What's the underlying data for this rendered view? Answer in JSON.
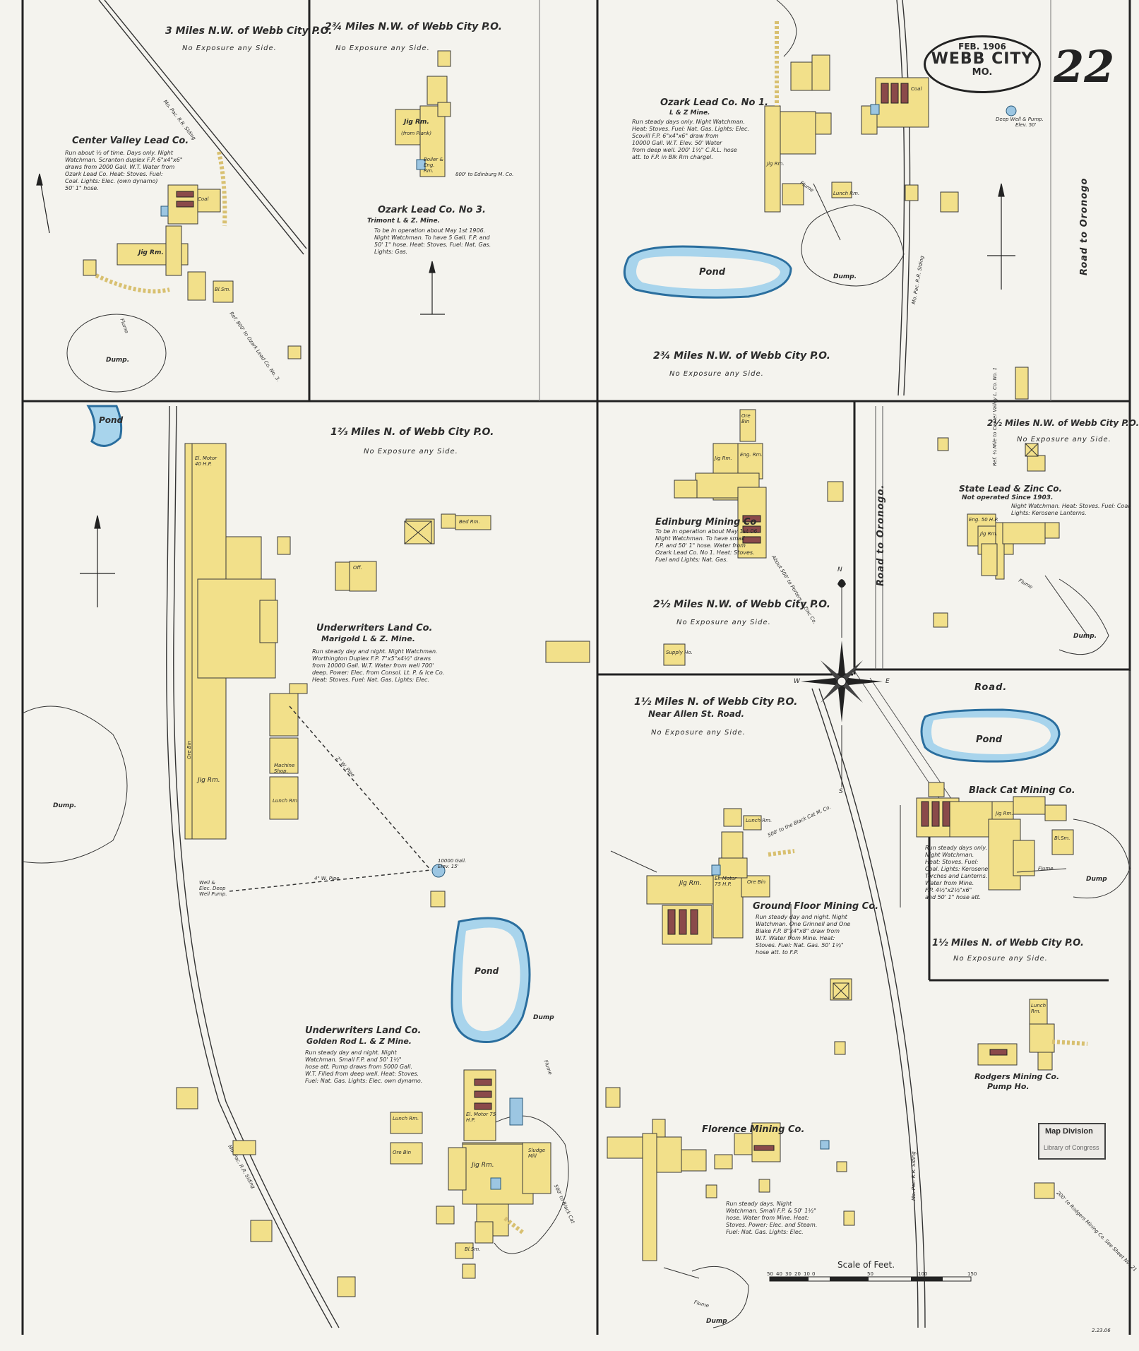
{
  "sheet": {
    "number": "22",
    "date": "FEB. 1906",
    "city": "WEBB CITY",
    "state": "MO.",
    "corner_code": "2.23.06"
  },
  "stamp": {
    "line1": "Map Division",
    "line2": "Library of Congress"
  },
  "scale": {
    "label": "Scale of Feet.",
    "ticks": [
      "50",
      "40",
      "30",
      "20",
      "10",
      "0",
      "50",
      "100",
      "150"
    ]
  },
  "compass": {
    "n": "N",
    "s": "S",
    "e": "E",
    "w": "W"
  },
  "panels": {
    "p1": {
      "heading": "3 Miles N.W. of Webb City P.O.",
      "exposure": "No Exposure any Side.",
      "company": "Center Valley Lead Co.",
      "notes": "Run about ½ of time. Days only. Night\nWatchman. Scranton duplex F.P. 6\"x4\"x6\"\ndraws from 2000 Gall. W.T. Water from\nOzark Lead Co. Heat: Stoves. Fuel:\nCoal. Lights: Elec. (own dynamo)\n50' 1\" hose.",
      "labels": {
        "jig": "Jig Rm.",
        "dump": "Dump.",
        "flume": "Flume",
        "coal": "Coal",
        "bl_sm": "Bl.Sm.",
        "rr": "Mo. Pac. R.R. Siding",
        "ref": "Ref. 800' to Ozark Lead Co. No. 3."
      }
    },
    "p2": {
      "heading": "2¾ Miles N.W. of Webb City P.O.",
      "exposure": "No Exposure any Side.",
      "company": "Ozark Lead Co. No 3.",
      "mine": "Trimont L & Z. Mine.",
      "notes": "To be in operation about May 1st 1906.\nNight Watchman. To have 5 Gall. F.P. and\n50' 1\" hose. Heat: Stoves. Fuel: Nat. Gas.\nLights: Gas.",
      "labels": {
        "jig": "Jig Rm.",
        "plank": "(from Plank)",
        "boiler": "Boiler & Eng. Rm.",
        "ref": "800' to Edinburg M. Co."
      }
    },
    "p3": {
      "heading": "2¾ Miles N.W. of Webb City P.O.",
      "exposure": "No Exposure any Side.",
      "company": "Ozark Lead Co. No 1.",
      "mine": "L & Z Mine.",
      "notes": "Run steady days only. Night Watchman.\nHeat: Stoves. Fuel: Nat. Gas. Lights: Elec.\nScovill F.P. 6\"x4\"x6\" draw from\n10000 Gall. W.T. Elev. 50' Water\nfrom deep well. 200' 1½\" C.R.L. hose\natt. to F.P. in Blk Rm chargel.",
      "labels": {
        "pond": "Pond",
        "dump": "Dump.",
        "jig": "Jig Rm.",
        "coal": "Coal",
        "flume": "Flume",
        "road": "Road to Oronogo",
        "rr": "Mo. Pac. R.R. Siding",
        "lunch": "Lunch Rm.",
        "well": "Deep Well & Pump.",
        "elev": "Elev. 50'"
      }
    },
    "p4": {
      "heading": "1⅔ Miles N. of Webb City P.O.",
      "exposure": "No Exposure any Side.",
      "company": "Underwriters Land Co.",
      "mine": "Marigold L & Z. Mine.",
      "notes": "Run steady day and night. Night Watchman.\nWorthington Duplex F.P. 7\"x5\"x4½\" draws\nfrom 10000 Gall. W.T. Water from well 700'\ndeep. Power: Elec. from Consol. Lt. P. & Ice Co.\nHeat: Stoves. Fuel: Nat. Gas. Lights: Elec.",
      "labels": {
        "pond": "Pond",
        "dump": "Dump.",
        "jig": "Jig Rm.",
        "ore": "Ore Bin",
        "machine": "Machine Shop.",
        "lunch": "Lunch Rm.",
        "pipe1": "4\" W. Pipe",
        "pipe2": "2\" W. Pipe",
        "tank": "10000 Gall. Elev. 15'",
        "motor": "El. Motor 40 H.P.",
        "off": "Off.",
        "bed": "Bed Rm.",
        "well": "Well & Elec. Deep Well Pump."
      }
    },
    "p5": {
      "heading": "2½ Miles N.W. of Webb City P.O.",
      "exposure": "No Exposure any Side.",
      "company": "Edinburg Mining Co",
      "notes": "To be in operation about May 1st 06.\nNight Watchman. To have small\nF.P. and 50' 1\" hose. Water from\nOzark Lead Co. No 1. Heat: Stoves.\nFuel and Lights: Nat. Gas.",
      "labels": {
        "jig": "Jig Rm.",
        "eng": "Eng. Rm.",
        "ore": "Ore Bin",
        "supply": "Supply Ho.",
        "ref": "About 500' to Porters & Zinc Co."
      }
    },
    "p6": {
      "heading": "2½ Miles N.W. of Webb City P.O.",
      "exposure": "No Exposure any Side.",
      "company": "State Lead & Zinc Co.",
      "status": "Not operated Since 1903.",
      "notes": "Night Watchman. Heat: Stoves. Fuel: Coal.\nLights: Kerosene Lanterns.",
      "labels": {
        "road": "Road to Oronogo.",
        "jig": "Jig Rm.",
        "dump": "Dump.",
        "flume": "Flume",
        "eng": "Eng. 50 H.P.",
        "ref": "Ref. ¼ Mile to Center Valley L. Co. No. 1"
      }
    },
    "p7": {
      "heading": "1½ Miles N. of Webb City P.O.",
      "heading2": "Near Allen St. Road.",
      "exposure": "No Exposure any Side.",
      "company1": "Ground Floor Mining Co.",
      "notes1": "Run steady day and night. Night\nWatchman. One Grinnell and One\nBlake F.P. 8\"x4\"x8\" draw from\nW.T. Water from Mine. Heat:\nStoves. Fuel: Nat. Gas. 50' 1½\"\nhose att. to F.P.",
      "company2": "Florence Mining Co.",
      "notes2": "Run steady days. Night\nWatchman. Small F.P. & 50' 1½\"\nhose. Water from Mine. Heat:\nStoves. Power: Elec. and Steam.\nFuel: Nat. Gas. Lights: Elec.",
      "labels": {
        "jig": "Jig Rm.",
        "ore": "Ore Bin",
        "lunch": "Lunch Rm.",
        "dump": "Dump",
        "flume": "Flume",
        "rr": "Mo. Pac. R.R. Siding",
        "motor": "El. Motor 75 H.P.",
        "ref": "500' to the Black Cat M. Co."
      }
    },
    "p8": {
      "road": "Road.",
      "company1": "Black Cat Mining Co.",
      "notes1": "Run steady days only.\nNight Watchman.\nHeat: Stoves. Fuel:\nCoal. Lights: Kerosene\nTorches and Lanterns.\nWater from Mine.\nF.P. 4½\"x2½\"x6\"\nand 50' 1\" hose att.",
      "heading": "1½ Miles N. of Webb City P.O.",
      "exposure": "No Exposure any Side.",
      "company2": "Rodgers Mining Co.",
      "company2b": "Pump Ho.",
      "labels": {
        "pond": "Pond",
        "dump": "Dump",
        "flume": "Flume",
        "jig": "Jig Rm.",
        "bl_sm": "Bl.Sm.",
        "lunch": "Lunch Rm.",
        "ref": "200' to Rodgers Mining Co. See Sheet No. 21"
      }
    },
    "p9": {
      "company": "Underwriters Land Co.",
      "mine": "Golden Rod L. & Z Mine.",
      "notes": "Run steady day and night. Night\nWatchman. Small F.P. and 50' 1½\"\nhose att. Pump draws from 5000 Gall.\nW.T. Filled from deep well. Heat: Stoves.\nFuel: Nat. Gas. Lights: Elec. own dynamo.",
      "labels": {
        "pond": "Pond",
        "dump": "Dump",
        "jig": "Jig Rm.",
        "ore": "Ore Bin",
        "lunch": "Lunch Rm.",
        "rr": "Mo. Pac. R.R. Siding",
        "bl_sm": "Bl.Sm.",
        "flume": "Flume",
        "ref": "500' to Black Cat",
        "sludge": "Sludge Mill",
        "motor": "El. Motor 75 H.P."
      }
    }
  }
}
